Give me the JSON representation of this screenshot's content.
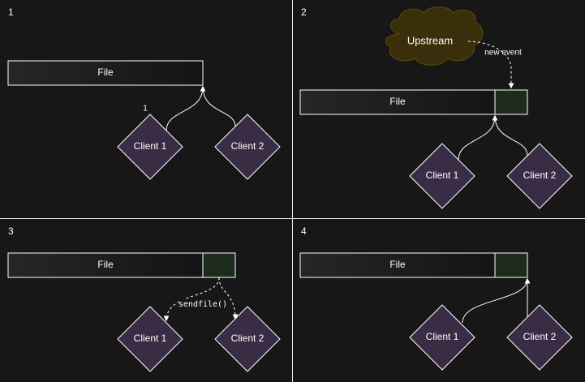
{
  "panels": [
    {
      "number": "1",
      "file_label": "File",
      "client1": "Client 1",
      "client2": "Client 2",
      "edge_label": "1"
    },
    {
      "number": "2",
      "file_label": "File",
      "client1": "Client 1",
      "client2": "Client 2",
      "upstream": "Upstream",
      "event_label": "new event"
    },
    {
      "number": "3",
      "file_label": "File",
      "client1": "Client 1",
      "client2": "Client 2",
      "call_label": "sendfile()"
    },
    {
      "number": "4",
      "file_label": "File",
      "client1": "Client 1",
      "client2": "Client 2"
    }
  ],
  "colors": {
    "background": "#181717",
    "client_fill": "#3a2c45",
    "new_segment_fill": "#1d2b1d",
    "upstream_fill": "#3b2e0a"
  }
}
